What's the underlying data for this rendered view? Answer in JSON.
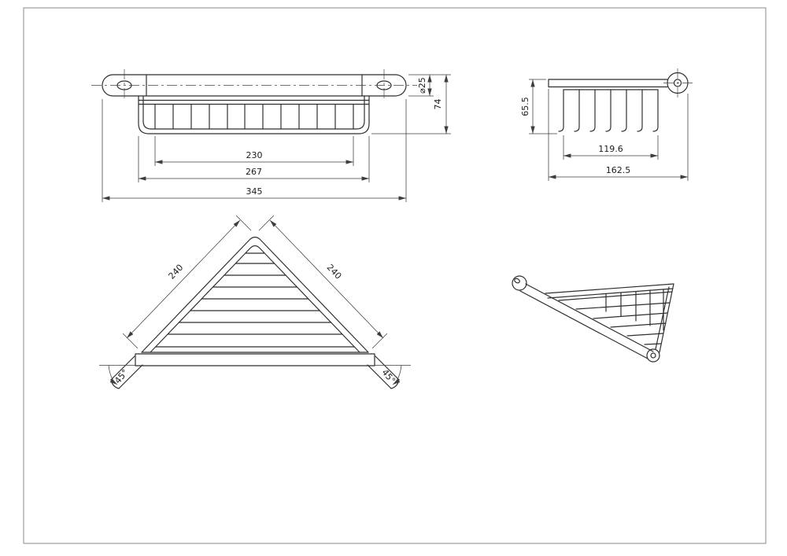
{
  "colors": {
    "line": "#2f2f2f",
    "dimension": "#3d3d3d",
    "text": "#1c1c1c",
    "background": "#ffffff",
    "frame": "#8a8a8a"
  },
  "front_view": {
    "dim_inner_width": "230",
    "dim_basket_width": "267",
    "dim_overall_width": "345",
    "dim_rail_diameter": "⌀25",
    "dim_height": "74"
  },
  "side_view": {
    "dim_height": "65.5",
    "dim_wire_span": "119.6",
    "dim_overall_depth": "162.5"
  },
  "top_view": {
    "dim_edge_left": "240",
    "dim_edge_right": "240",
    "dim_angle_left": "45°",
    "dim_angle_right": "45°"
  }
}
